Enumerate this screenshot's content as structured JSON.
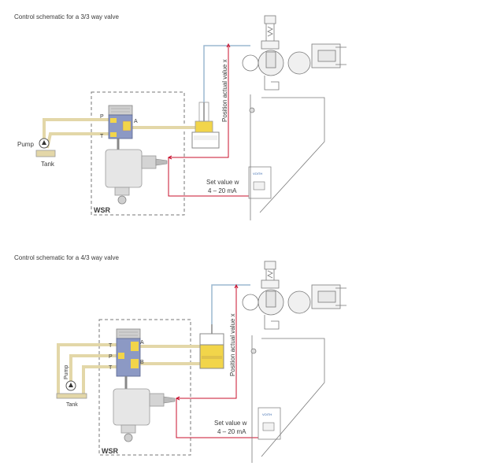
{
  "diagrams": [
    {
      "title": "Control schematic for a 3/3 way valve",
      "port_p": "P",
      "port_a": "A",
      "port_t": "T",
      "pump_label": "Pump",
      "tank_label": "Tank",
      "wsr_label": "WSR",
      "feedback_label": "Position actual value x",
      "setvalue_line1": "Set value w",
      "setvalue_line2": "4 – 20 mA",
      "brand": "VOITH"
    },
    {
      "title": "Control schematic for a 4/3 way valve",
      "port_t_top": "T",
      "port_p": "P",
      "port_t_bottom": "T",
      "port_a": "A",
      "port_b": "B",
      "pump_label": "Pump",
      "tank_label": "Tank",
      "wsr_label": "WSR",
      "feedback_label": "Position actual value x",
      "setvalue_line1": "Set value w",
      "setvalue_line2": "4 – 20 mA",
      "brand": "VOITH"
    }
  ],
  "colors": {
    "oil": "#e3d7a8",
    "oil_dark": "#c9b878",
    "signal": "#c8102e",
    "spool": "#8c99c4",
    "highlight": "#f2d54a",
    "housing": "#e6e6e6",
    "line": "#6e6e6e"
  }
}
